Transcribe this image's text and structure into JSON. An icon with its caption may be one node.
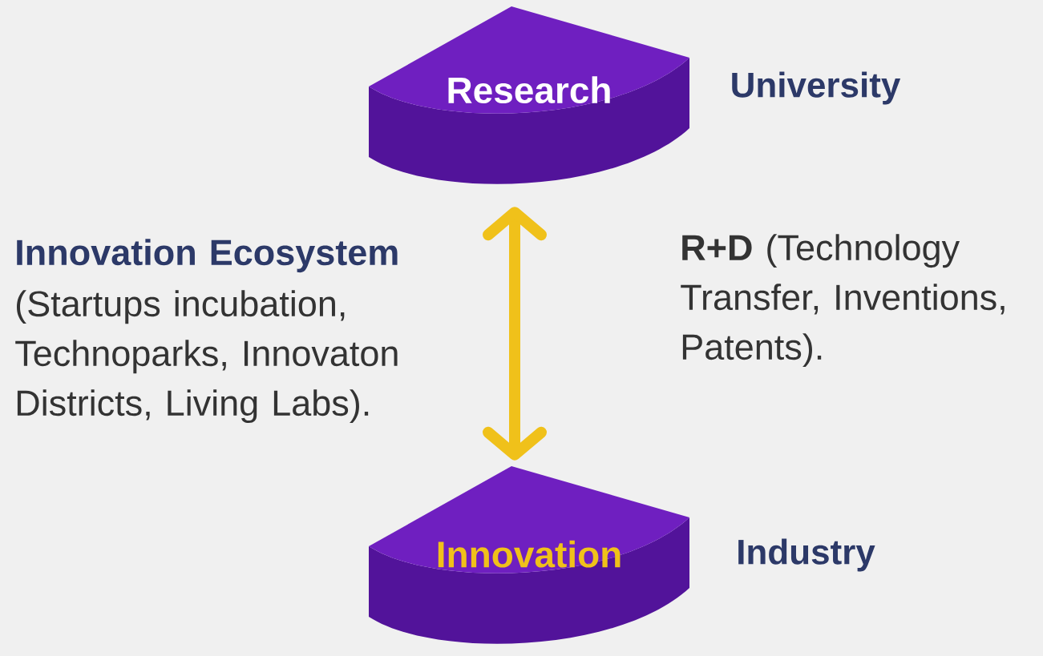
{
  "diagram": {
    "nodes": [
      {
        "text": [
          "Research"
        ],
        "beside": [
          "University"
        ]
      },
      {
        "text": [
          "Innovation"
        ],
        "beside": [
          "Industry"
        ]
      }
    ],
    "edges": [
      {
        "from": 0,
        "to": 1,
        "arrow": "both"
      }
    ],
    "labels": [
      "Innovation Ecosystem",
      "(Startups incubation, Technoparks, Innovaton Districts, Living Labs).",
      "**R+D** (Technology Transfer, Inventions, Patents)."
    ]
  }
}
